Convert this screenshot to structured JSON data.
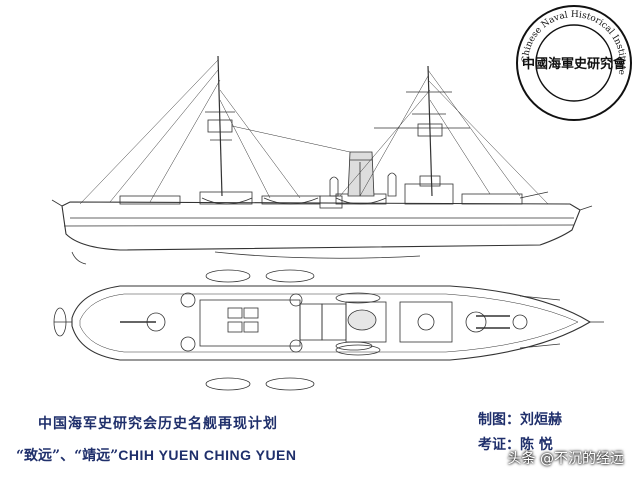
{
  "seal": {
    "ring_text": "Chinese Naval Historical Institute",
    "center_text": "中國海軍史研究會"
  },
  "captions": {
    "project": "中国海军史研究会历史名舰再现计划",
    "ships_cn": "“致远”、“靖远”",
    "ships_en": "CHIH YUEN  CHING YUEN",
    "drawn_by": "制图：刘烜赫",
    "reviewed_by": "考证：陈  悦"
  },
  "watermark": "头条 @不沉的经远"
}
